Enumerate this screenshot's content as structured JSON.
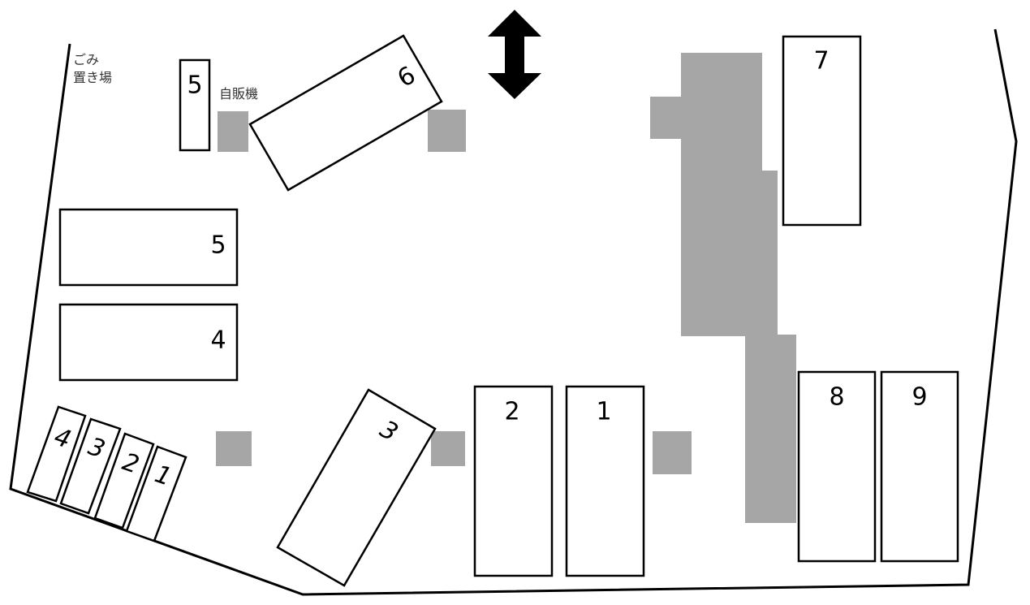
{
  "labels": {
    "garbage_line1": "ごみ",
    "garbage_line2": "置き場",
    "vending": "自販機"
  },
  "spaces": {
    "top_5": "5",
    "top_6": "6",
    "top_7": "7",
    "left_5": "5",
    "left_4": "4",
    "angled_4": "4",
    "angled_3": "3",
    "angled_2": "2",
    "angled_1": "1",
    "center_3": "3",
    "center_2": "2",
    "center_1": "1",
    "right_8": "8",
    "right_9": "9"
  },
  "icons": {
    "entrance": "double-arrow-vertical-icon"
  },
  "colors": {
    "building": "#a6a6a6",
    "outline": "#000000"
  }
}
